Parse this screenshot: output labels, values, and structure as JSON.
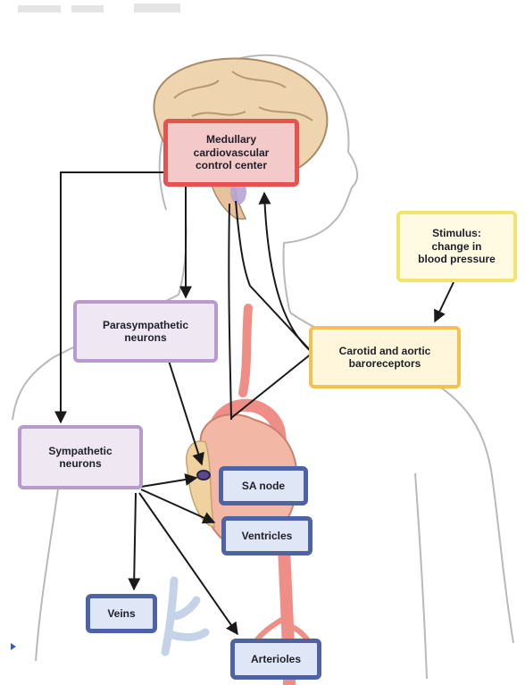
{
  "nodes": {
    "control_center": "Medullary\ncardiovascular\ncontrol center",
    "stimulus": "Stimulus:\nchange in\nblood pressure",
    "parasympathetic": "Parasympathetic\nneurons",
    "baroreceptors": "Carotid and aortic\nbaroreceptors",
    "sympathetic": "Sympathetic\nneurons",
    "sa_node": "SA node",
    "ventricles": "Ventricles",
    "veins": "Veins",
    "arterioles": "Arterioles"
  },
  "colors": {
    "control_center": "#e6524f",
    "neurons": "#b79bcc",
    "stimulus": "#f1e36b",
    "receptors": "#f2c14f",
    "effectors": "#4e63a6",
    "artery": "#ef8e87",
    "vein": "#c5d3e8",
    "brain": "#e8c8a1"
  }
}
